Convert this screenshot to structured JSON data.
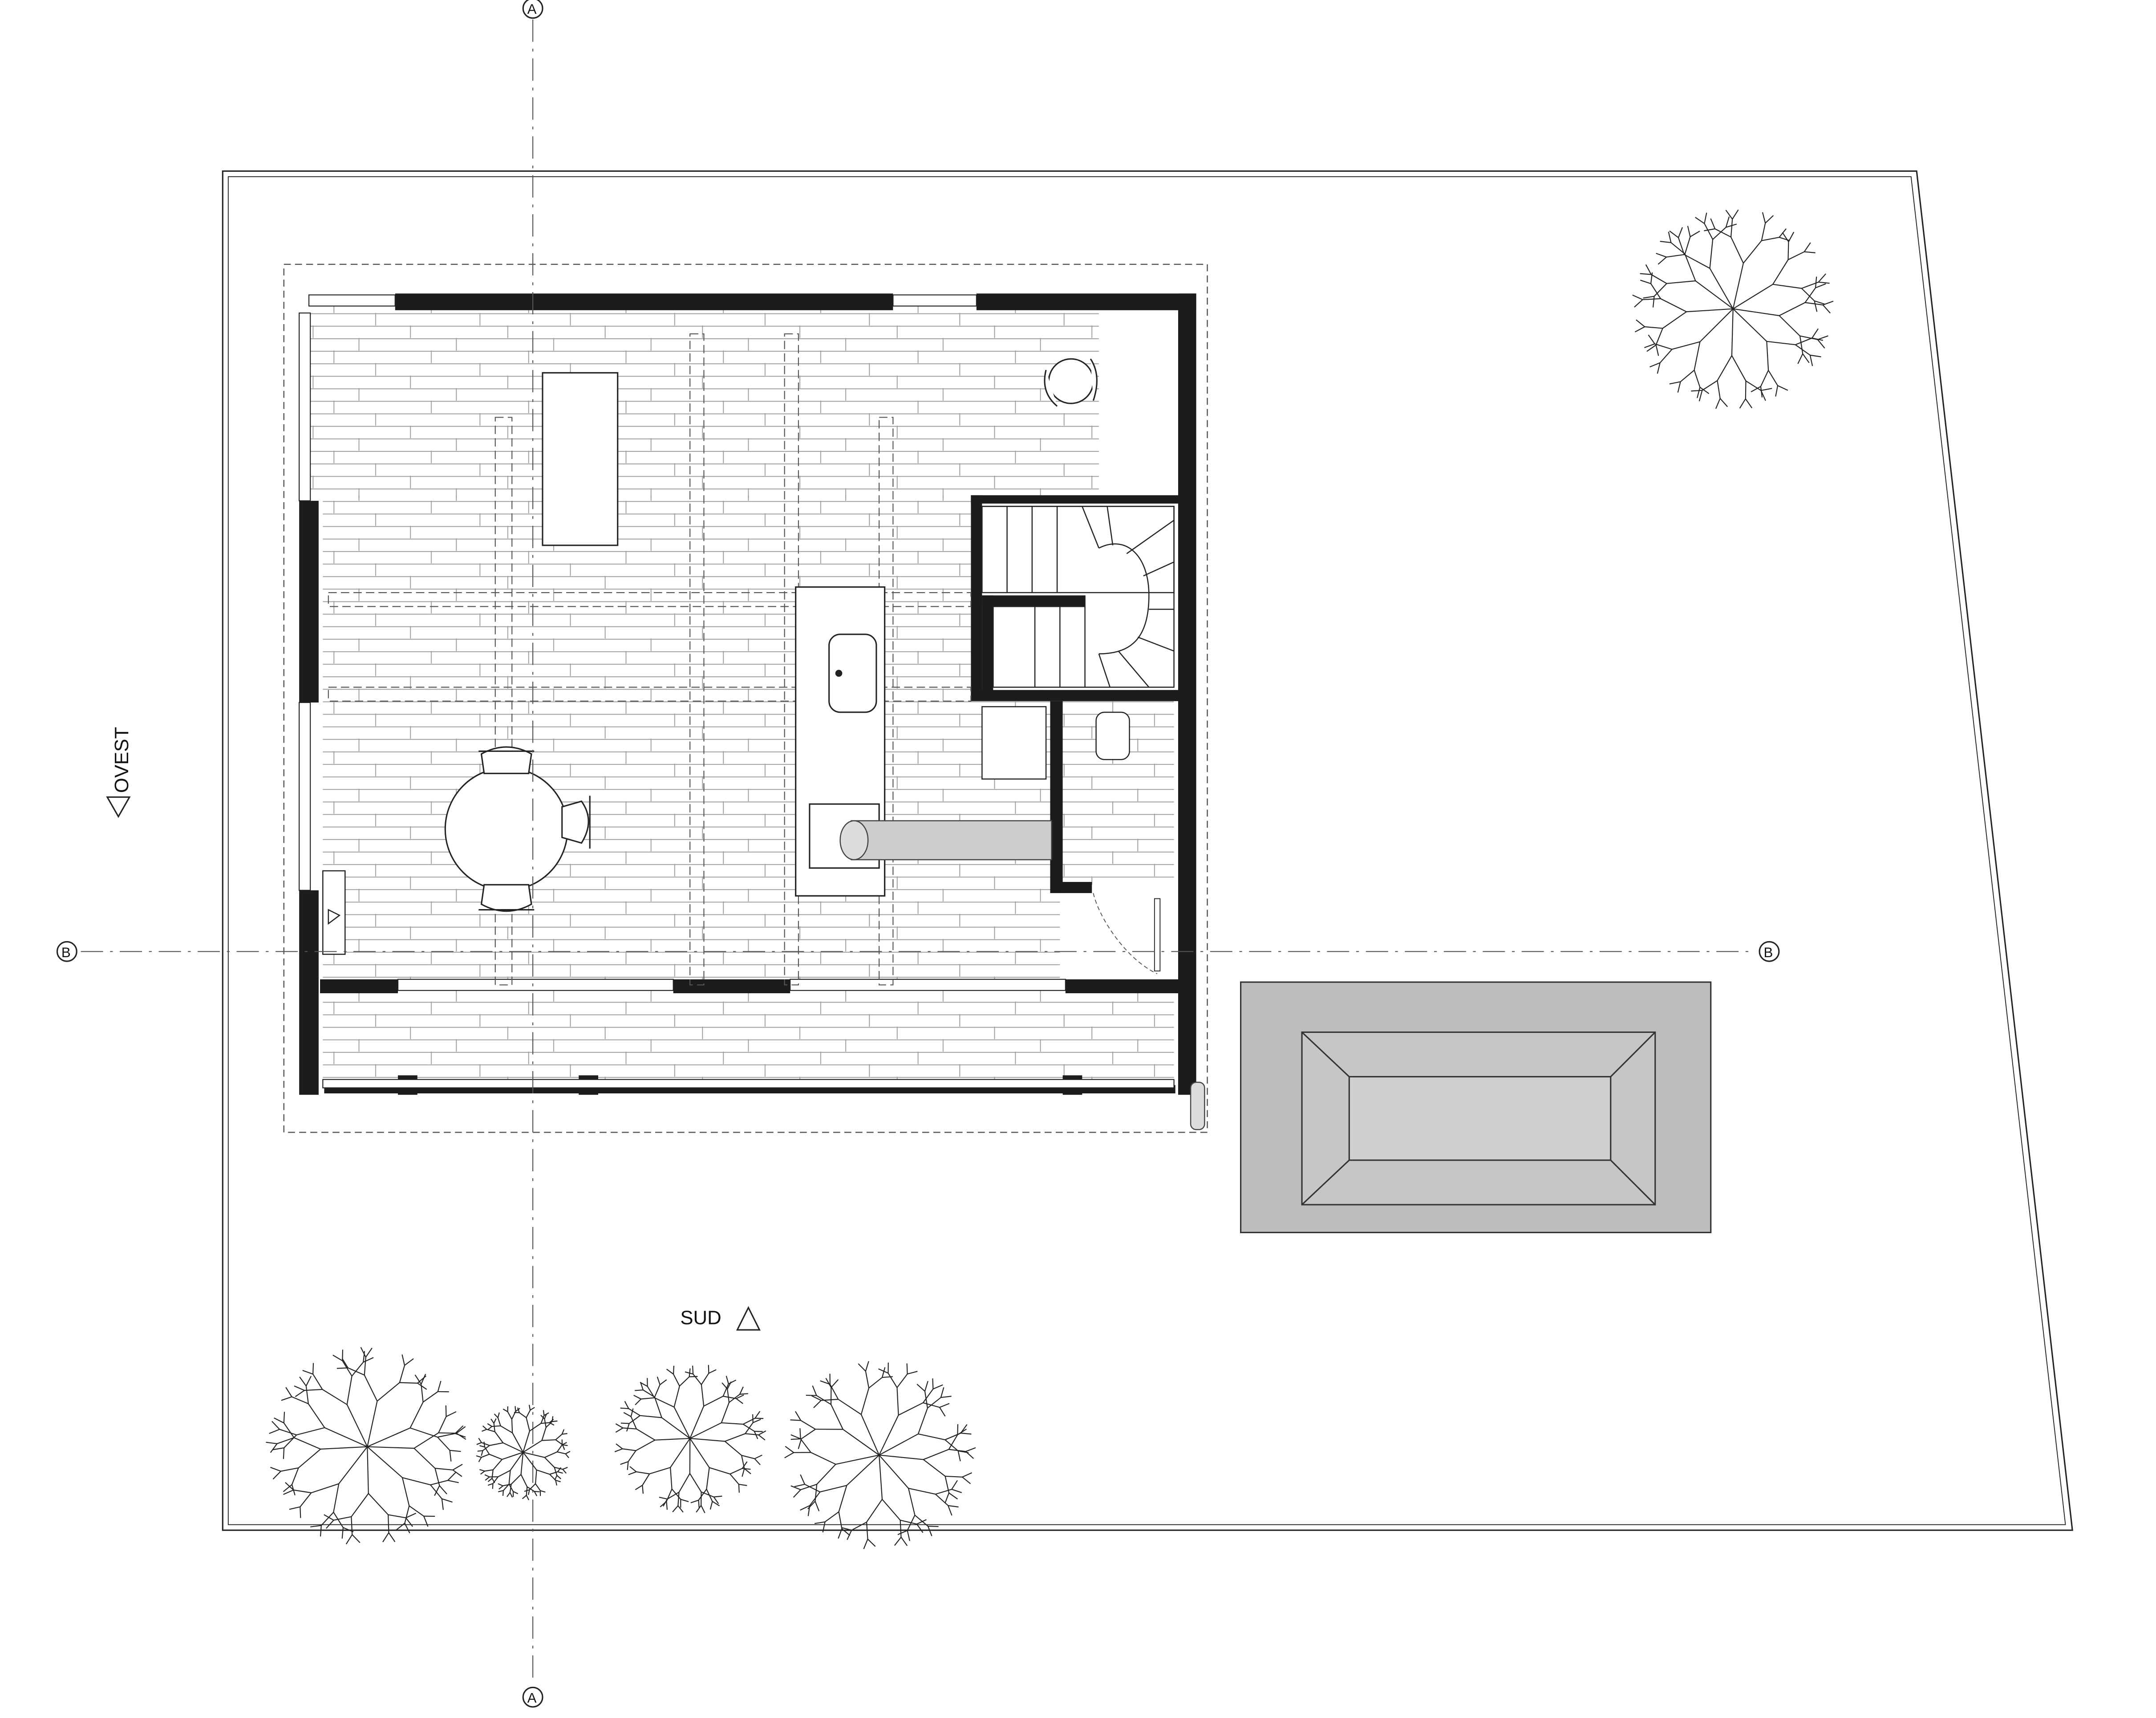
{
  "orientation_labels": {
    "west": "OVEST",
    "south": "SUD"
  },
  "section_markers": {
    "a": "A",
    "b": "B"
  },
  "colors": {
    "wall": "#1c1c1c",
    "line": "#222222",
    "pool_outer": "#bdbdbd",
    "pool_inner": "#cfcfcf",
    "floorboard": "#9a9a9a",
    "dash": "#555555"
  },
  "icons": [
    "tree-icon",
    "chair-icon",
    "stair-icon",
    "sink-icon",
    "toilet-icon",
    "north-triangle-icon"
  ]
}
